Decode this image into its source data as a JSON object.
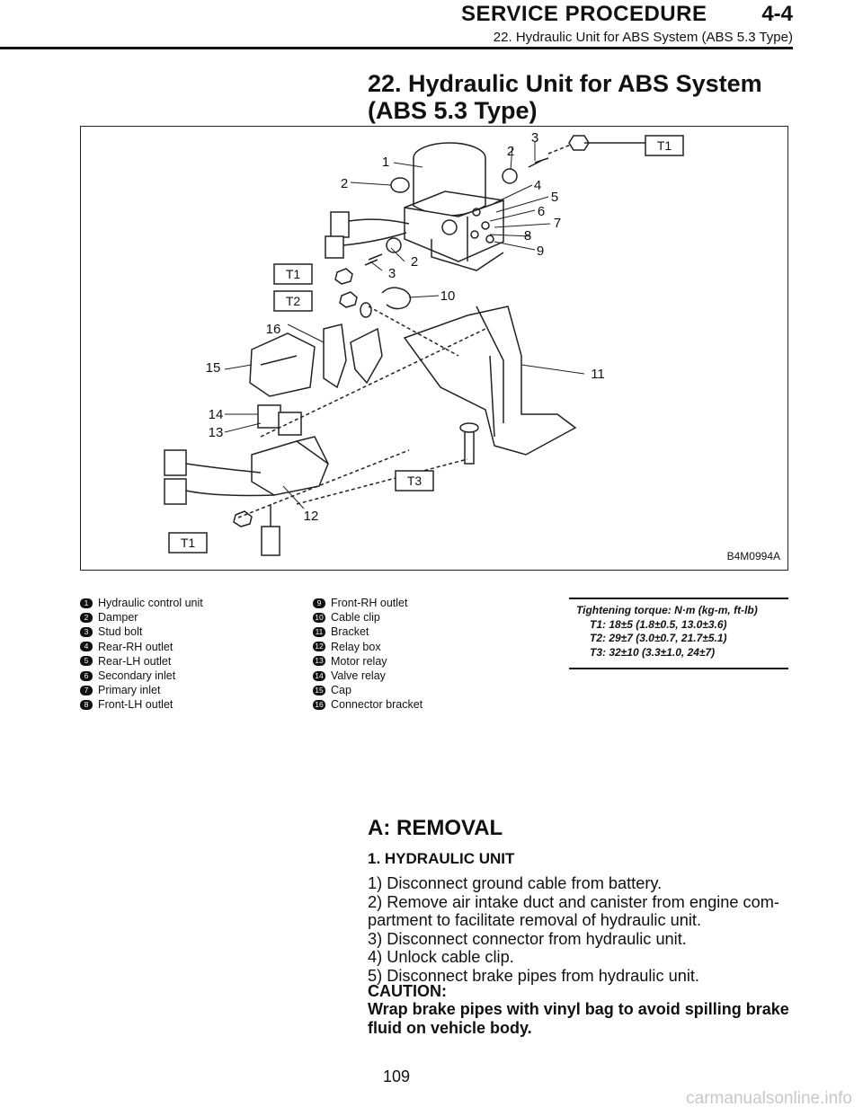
{
  "header": {
    "title": "SERVICE PROCEDURE",
    "section": "4-4",
    "subtitle": "22. Hydraulic Unit for ABS System (ABS 5.3 Type)"
  },
  "section_title": {
    "line1": "22. Hydraulic Unit for ABS System",
    "line2": "(ABS 5.3 Type)"
  },
  "figure": {
    "id": "B4M0994A",
    "torque_labels": [
      "T1",
      "T1",
      "T2",
      "T3",
      "T1"
    ],
    "callouts": [
      "1",
      "2",
      "3",
      "2",
      "4",
      "5",
      "6",
      "7",
      "8",
      "9",
      "2",
      "3",
      "10",
      "16",
      "15",
      "11",
      "14",
      "13",
      "12"
    ]
  },
  "legend": {
    "left": [
      {
        "n": "1",
        "label": "Hydraulic control unit"
      },
      {
        "n": "2",
        "label": "Damper"
      },
      {
        "n": "3",
        "label": "Stud bolt"
      },
      {
        "n": "4",
        "label": "Rear-RH outlet"
      },
      {
        "n": "5",
        "label": "Rear-LH outlet"
      },
      {
        "n": "6",
        "label": "Secondary inlet"
      },
      {
        "n": "7",
        "label": "Primary inlet"
      },
      {
        "n": "8",
        "label": "Front-LH outlet"
      }
    ],
    "right": [
      {
        "n": "9",
        "label": "Front-RH outlet"
      },
      {
        "n": "10",
        "label": "Cable clip"
      },
      {
        "n": "11",
        "label": "Bracket"
      },
      {
        "n": "12",
        "label": "Relay box"
      },
      {
        "n": "13",
        "label": "Motor relay"
      },
      {
        "n": "14",
        "label": "Valve relay"
      },
      {
        "n": "15",
        "label": "Cap"
      },
      {
        "n": "16",
        "label": "Connector bracket"
      }
    ]
  },
  "torque": {
    "heading": "Tightening torque: N·m (kg-m, ft-lb)",
    "t1": "T1: 18±5 (1.8±0.5, 13.0±3.6)",
    "t2": "T2: 29±7 (3.0±0.7, 21.7±5.1)",
    "t3": "T3: 32±10 (3.3±1.0, 24±7)"
  },
  "removal": {
    "heading": "A: REMOVAL",
    "subheading": "1. HYDRAULIC UNIT",
    "steps": [
      "1) Disconnect ground cable from battery.",
      "2) Remove air intake duct and canister from engine com-",
      "partment to facilitate removal of hydraulic unit.",
      "3) Disconnect connector from hydraulic unit.",
      "4) Unlock cable clip.",
      "5) Disconnect brake pipes from hydraulic unit."
    ],
    "caution_heading": "CAUTION:",
    "caution_lines": [
      "Wrap brake pipes with vinyl bag to avoid spilling brake",
      "fluid on vehicle body."
    ]
  },
  "page_number": "109",
  "watermark": "carmanualsonline.info"
}
